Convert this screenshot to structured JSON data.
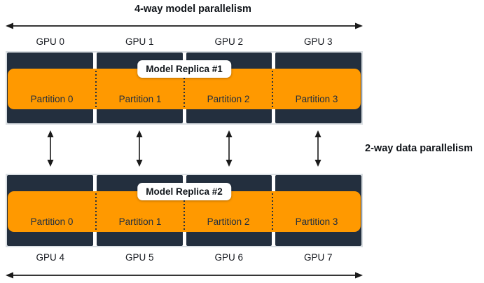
{
  "diagram": {
    "top_caption": "4-way model parallelism",
    "side_caption": "2-way data parallelism",
    "replicas": [
      {
        "label": "Model Replica #1",
        "gpus": [
          "GPU 0",
          "GPU 1",
          "GPU 2",
          "GPU 3"
        ],
        "partitions": [
          "Partition 0",
          "Partition 1",
          "Partition 2",
          "Partition 3"
        ]
      },
      {
        "label": "Model Replica #2",
        "gpus": [
          "GPU 4",
          "GPU 5",
          "GPU 6",
          "GPU 7"
        ],
        "partitions": [
          "Partition 0",
          "Partition 1",
          "Partition 2",
          "Partition 3"
        ]
      }
    ],
    "colors": {
      "gpu_block": "#232f3e",
      "partition_bar": "#ff9900",
      "replica_label_bg": "#ffffff",
      "text": "#16191f",
      "box_border": "#dadfe3",
      "arrow": "#1a1a1a"
    }
  }
}
